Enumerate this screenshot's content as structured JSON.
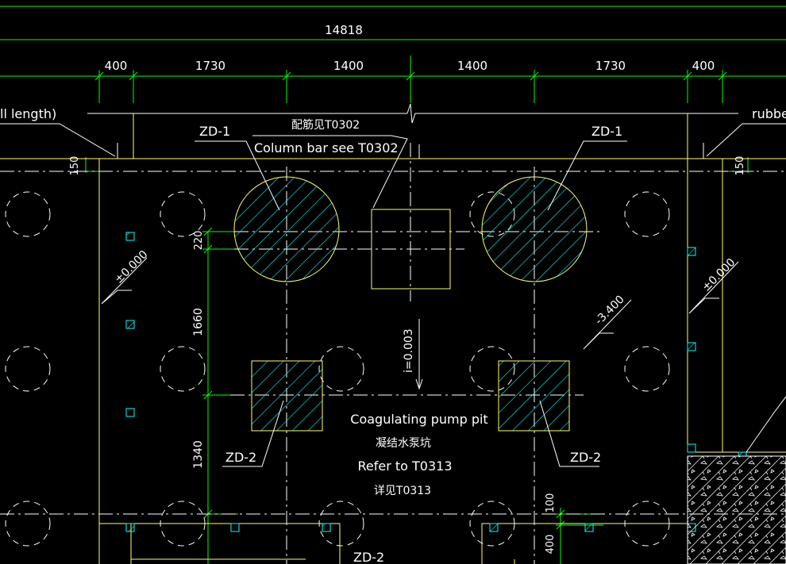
{
  "colors": {
    "background": "#000000",
    "dimension": "#00ff00",
    "outline": "#ffff66",
    "hatch": "#00ffff",
    "centerline": "#ffffff",
    "text": "#ffffff"
  },
  "dimensions": {
    "overall": "14818",
    "segments": [
      "400",
      "1730",
      "1400",
      "1400",
      "1730",
      "400"
    ],
    "left_top_offset": "150",
    "right_top_offset": "150",
    "vertical": [
      "220",
      "1660",
      "1340"
    ],
    "bottom_right": [
      "100",
      "400"
    ]
  },
  "labels": {
    "left_wall_note": "ll length)",
    "right_wall_note": "rubbe",
    "zd1_left": "ZD-1",
    "zd1_right": "ZD-1",
    "zd2_left": "ZD-2",
    "zd2_right": "ZD-2",
    "zd2_bottom": "ZD-2",
    "rebar_note_cn": "配筋见T0302",
    "rebar_note_en": "Column bar see T0302",
    "level_left": "±0.000",
    "level_right": "±0.000",
    "level_pit": "-3.400",
    "slope": "i=0.003",
    "pit_title_en": "Coagulating pump pit",
    "pit_title_cn": "凝结水泵坑",
    "pit_refer_en": "Refer to T0313",
    "pit_refer_cn": "详见T0313"
  }
}
